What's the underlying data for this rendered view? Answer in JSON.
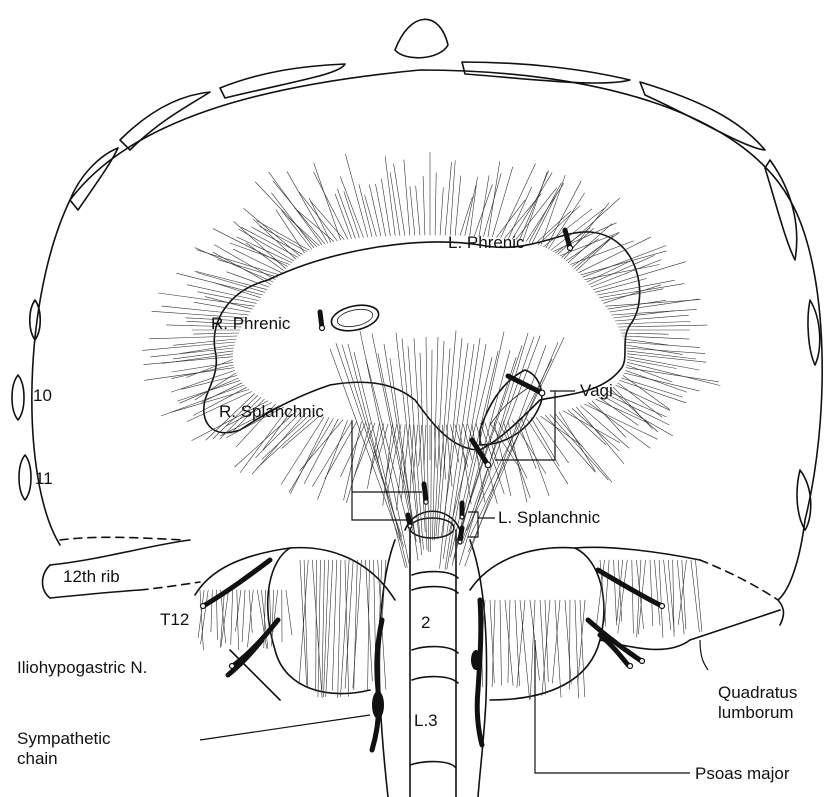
{
  "labels": {
    "l_phrenic": "L. Phrenic",
    "r_phrenic": "R. Phrenic",
    "vagi": "Vagi",
    "r_splanchnic": "R. Splanchnic",
    "l_splanchnic": "L. Splanchnic",
    "rib_10": "10",
    "rib_11": "11",
    "rib_12": "12th rib",
    "t12": "T12",
    "iliohypogastric": "Iliohypogastric N.",
    "sympathetic": [
      "Sympathetic",
      "chain"
    ],
    "vertebra_2": "2",
    "vertebra_l3": "L.3",
    "quadratus": [
      "Quadratus",
      "lumborum"
    ],
    "psoas": "Psoas major"
  }
}
